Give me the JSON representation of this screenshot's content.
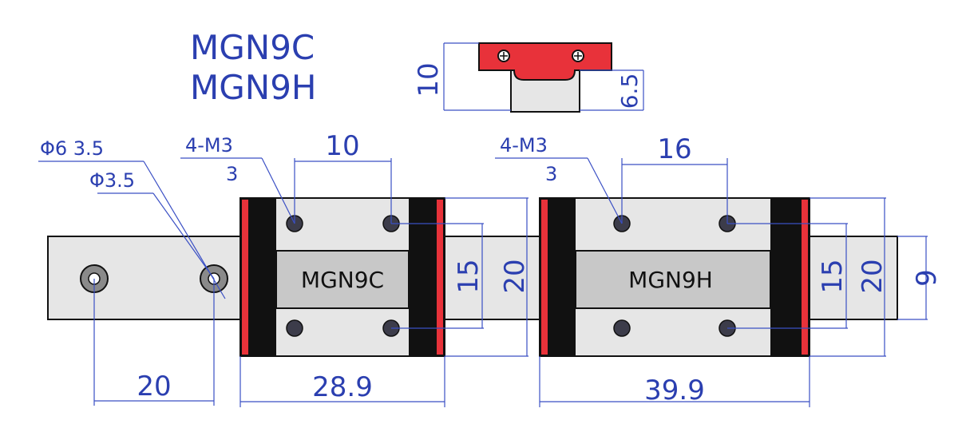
{
  "title": {
    "line1": "MGN9C",
    "line2": "MGN9H"
  },
  "profile": {
    "height_label": "10",
    "rail_label": "6.5"
  },
  "rail": {
    "hole_dia_label": "Φ6  3.5",
    "hole_depth_label": "Φ3.5",
    "pitch_label": "20",
    "height_label": "9"
  },
  "block_c": {
    "name": "MGN9C",
    "screw_label": "4-M3",
    "screw_sub_label": "3",
    "hole_spacing_label": "10",
    "length_label": "28.9",
    "hole_width_label": "15",
    "width_label": "20"
  },
  "block_h": {
    "name": "MGN9H",
    "screw_label": "4-M3",
    "screw_sub_label": "3",
    "hole_spacing_label": "16",
    "length_label": "39.9",
    "hole_width_label": "15",
    "width_label": "20"
  },
  "colors": {
    "dimension": "#2b3fb0",
    "block_red": "#e8323a",
    "body_gray": "#e6e6e6",
    "band_gray": "#c8c8c8",
    "end_black": "#111111"
  }
}
